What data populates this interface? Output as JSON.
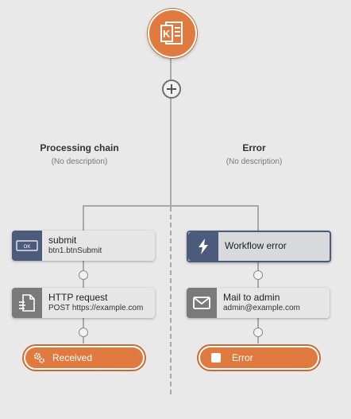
{
  "start": {
    "icon": "workflow-form-icon"
  },
  "add": {
    "icon": "plus-icon"
  },
  "columns": [
    {
      "title": "Processing chain",
      "description": "(No description)",
      "nodes": [
        {
          "title": "submit",
          "subtitle": "btn1.btnSubmit",
          "icon": "ok-button-icon",
          "icon_text": "OK"
        },
        {
          "title": "HTTP request",
          "subtitle": "POST https://example.com",
          "icon": "http-request-icon"
        }
      ],
      "end": {
        "label": "Received",
        "icon": "gears-icon"
      }
    },
    {
      "title": "Error",
      "description": "(No description)",
      "nodes": [
        {
          "title": "Workflow error",
          "icon": "lightning-icon"
        },
        {
          "title": "Mail to admin",
          "subtitle": "admin@example.com",
          "icon": "mail-icon"
        }
      ],
      "end": {
        "label": "Error",
        "icon": "stop-square-icon"
      }
    }
  ],
  "colors": {
    "accent": "#e07a3e",
    "node_dark": "#4c5a7b",
    "icon_gray": "#7a7a7a",
    "background": "#e9e9e9"
  }
}
